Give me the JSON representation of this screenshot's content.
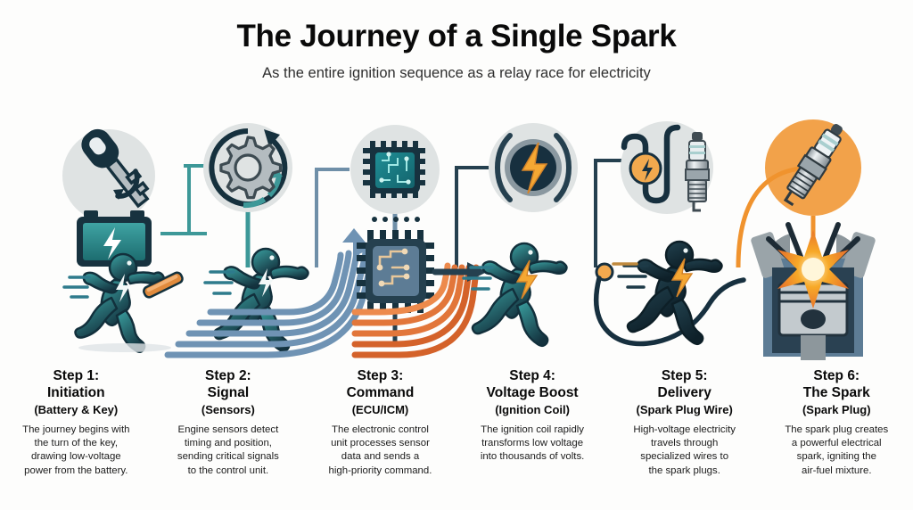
{
  "header": {
    "title": "The Journey of a Single Spark",
    "subtitle": "As the entire ignition sequence as a relay race for electricity"
  },
  "colors": {
    "background": "#fdfdfc",
    "teal": "#2b8a8a",
    "teal_dark": "#1d6d70",
    "runner_teal": "#2e8b8f",
    "navy": "#18303f",
    "navy_dark": "#122634",
    "blue_gray": "#5c7f9e",
    "orange": "#e8853a",
    "orange_light": "#f5a council",
    "orange_bright": "#f5a623",
    "gray_circle": "#dfe3e3",
    "silver": "#b9c0c4",
    "text_dark": "#0a0a0a"
  },
  "steps": [
    {
      "number": "Step 1:",
      "name": "Initiation",
      "paren": "(Battery & Key)",
      "desc": "The journey begins with\nthe turn of the key,\ndrawing low-voltage\npower from the battery.",
      "icons": [
        "key-icon",
        "battery-icon",
        "runner-with-baton-icon"
      ]
    },
    {
      "number": "Step 2:",
      "name": "Signal",
      "paren": "(Sensors)",
      "desc": "Engine sensors detect\ntiming and position,\nsending critical signals\nto the control unit.",
      "icons": [
        "gear-rotation-icon",
        "runner-icon"
      ]
    },
    {
      "number": "Step 3:",
      "name": "Command",
      "paren": "(ECU/ICM)",
      "desc": "The electronic control\nunit processes sensor\ndata and sends a\nhigh-priority command.",
      "icons": [
        "microchip-icon",
        "ecu-chip-icon"
      ]
    },
    {
      "number": "Step 4:",
      "name": "Voltage Boost",
      "paren": "(Ignition Coil)",
      "desc": "The ignition coil rapidly\ntransforms low voltage\ninto thousands of volts.",
      "icons": [
        "ignition-coil-icon",
        "runner-icon"
      ]
    },
    {
      "number": "Step 5:",
      "name": "Delivery",
      "paren": "(Spark Plug Wire)",
      "desc": "High-voltage electricity\ntravels through\nspecialized wires to\nthe spark plugs.",
      "icons": [
        "spark-plug-wire-icon",
        "runner-icon"
      ]
    },
    {
      "number": "Step 6:",
      "name": "The Spark",
      "paren": "(Spark Plug)",
      "desc": "The spark plug creates\na powerful electrical\nspark, igniting the\nair-fuel mixture.",
      "icons": [
        "spark-plug-icon",
        "piston-cylinder-spark-icon"
      ]
    }
  ]
}
